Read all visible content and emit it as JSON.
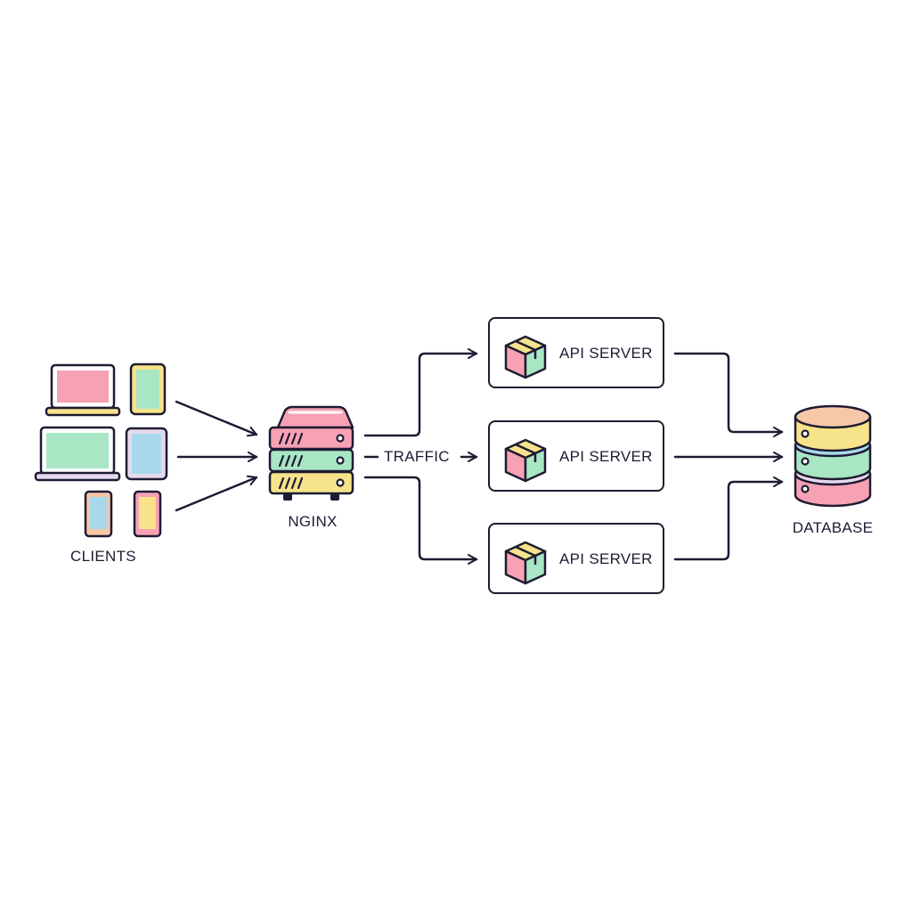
{
  "diagram": {
    "clients_label": "CLIENTS",
    "nginx_label": "NGINX",
    "traffic_label": "TRAFFIC",
    "database_label": "DATABASE",
    "api_servers": [
      {
        "label": "API SERVER"
      },
      {
        "label": "API SERVER"
      },
      {
        "label": "API SERVER"
      }
    ]
  },
  "colors": {
    "stroke": "#1e1b33",
    "pink": "#f7a1b5",
    "green": "#a8e6c4",
    "blue": "#a9d8ec",
    "yellow": "#f7e38a",
    "lavender": "#e6d9ee",
    "peach": "#f6c8a8"
  }
}
